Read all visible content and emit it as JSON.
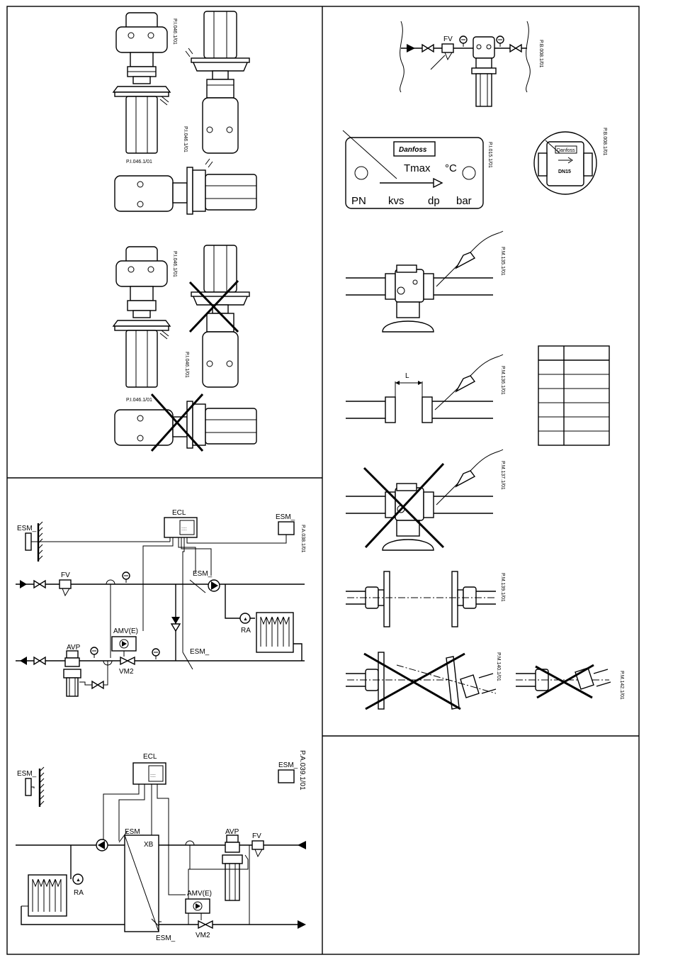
{
  "codes": {
    "c1": "P.I.046.1/01",
    "c2": "P.I.046.1/01",
    "c3": "P.I.046.1/01",
    "c4": "P.I.046.1/01",
    "c5": "P.I.046.1/01",
    "c6": "P.I.046.1/01",
    "c7": "P.B.008.1/01",
    "c8": "P.I.015.1/01",
    "c9": "P.B.008.1/01",
    "c10": "P.M.135.1/01",
    "c11": "P.M.136.1/01",
    "c12": "P.M.137.1/01",
    "c13": "P.M.139.1/01",
    "c14": "P.M.140.1/01",
    "c15": "P.M.142.1/01",
    "c16": "P.A.038.1/01",
    "c17": "P.A.039.1/01"
  },
  "top_right": {
    "fv": "FV"
  },
  "plate": {
    "logo": "Danfoss",
    "tmax": "Tmax",
    "unit": "°C",
    "pn": "PN",
    "kvs": "kvs",
    "dp": "dp",
    "bar": "bar"
  },
  "dn_detail": {
    "logo": "Danfoss",
    "dn": "DN15"
  },
  "weld": {
    "l_label": "L"
  },
  "scheme1": {
    "ecl": "ECL",
    "esm_outdoor": "ESM_",
    "esm_room": "ESM_",
    "esm_supply": "ESM_",
    "esm_return": "ESM_",
    "fv": "FV",
    "avp": "AVP",
    "amv": "AMV(E)",
    "vm2": "VM2",
    "ra": "RA"
  },
  "scheme2": {
    "ecl": "ECL",
    "esm_outdoor": "ESM_",
    "esm_room": "ESM_",
    "esm_tank": "ESM_",
    "esm_bottom": "ESM_",
    "xb": "XB",
    "avp": "AVP",
    "fv": "FV",
    "amv": "AMV(E)",
    "vm2": "VM2",
    "ra": "RA"
  },
  "table": {
    "rows": [
      [
        "",
        ""
      ],
      [
        "",
        ""
      ],
      [
        "",
        ""
      ],
      [
        "",
        ""
      ],
      [
        "",
        ""
      ],
      [
        "",
        ""
      ]
    ]
  }
}
